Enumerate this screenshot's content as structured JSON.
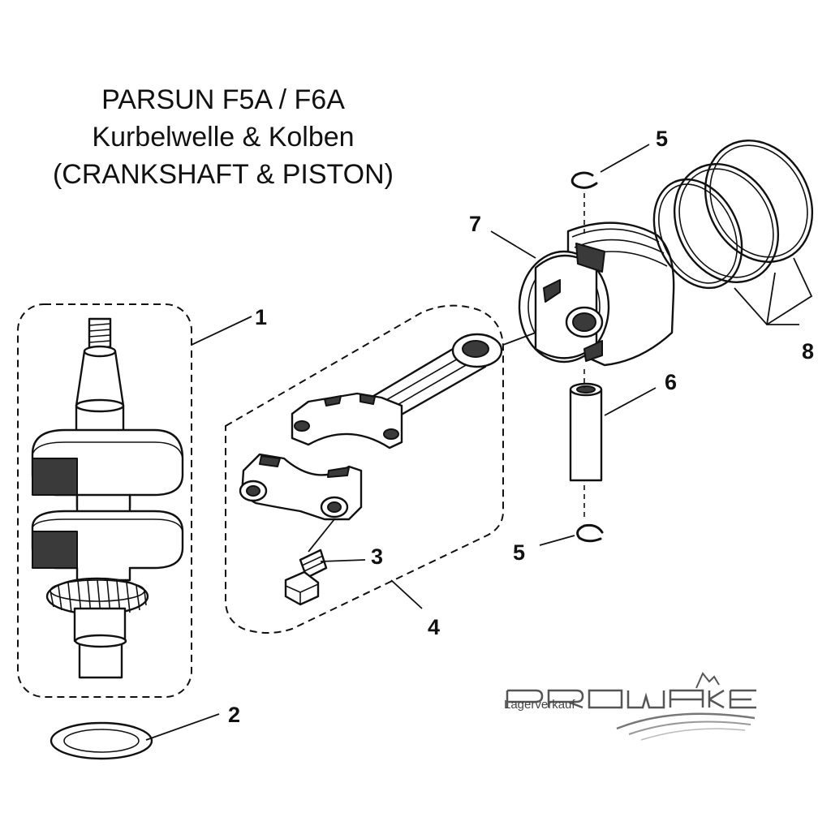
{
  "title": {
    "line1": "PARSUN F5A / F6A",
    "line2": "Kurbelwelle & Kolben",
    "line3": "(CRANKSHAFT & PISTON)"
  },
  "callouts": {
    "p1": "1",
    "p2": "2",
    "p3": "3",
    "p4": "4",
    "p5a": "5",
    "p5b": "5",
    "p6": "6",
    "p7": "7",
    "p8": "8"
  },
  "logo": {
    "name": "PROWAKE",
    "tagline": "Lagerverkauf"
  }
}
